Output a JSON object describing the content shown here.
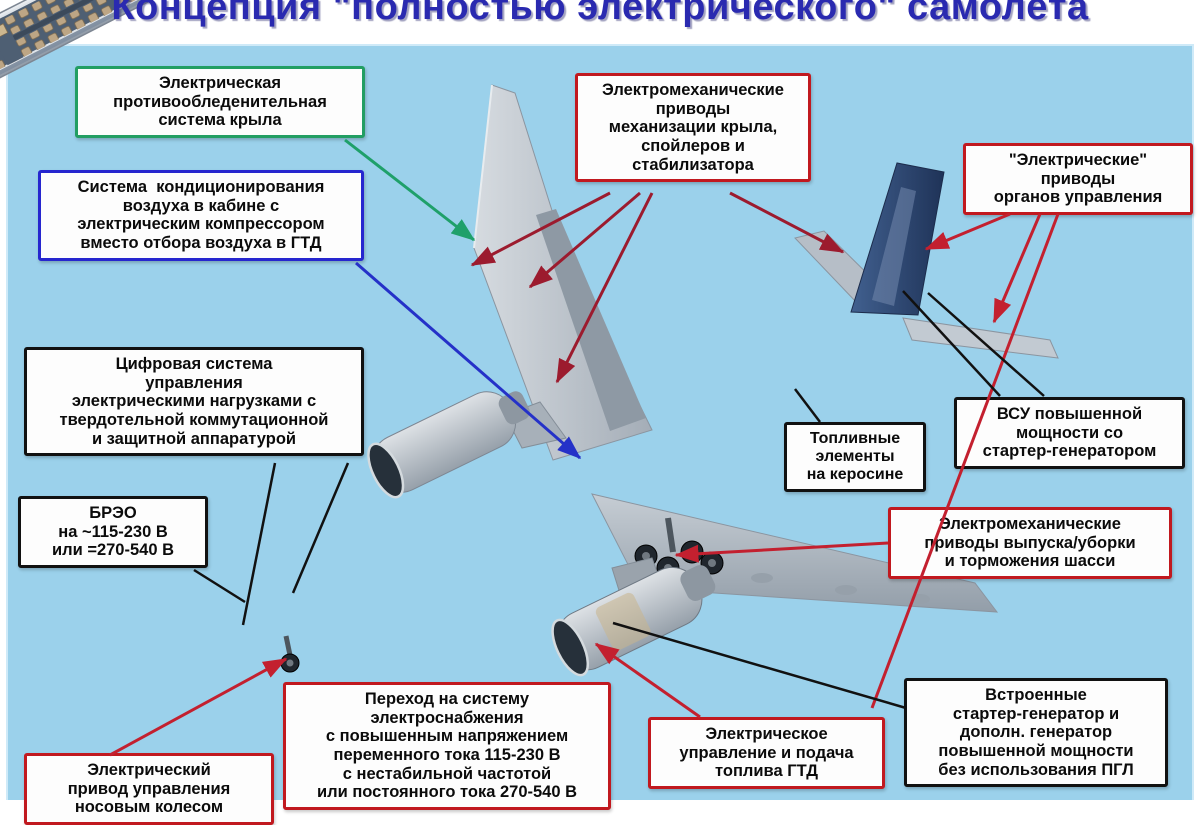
{
  "title": "Концепция \"полностью электрического\" самолёта",
  "colors": {
    "background_panel": "#9bd1eb",
    "title_text": "#2a2ab0",
    "border_green": "#229e63",
    "border_blue": "#2626cf",
    "border_black": "#111111",
    "border_red": "#c1191f",
    "arrow_red": "#c3202f",
    "arrow_maroon": "#9c1b2e",
    "arrow_green": "#1fa06a",
    "arrow_blue": "#2531c8",
    "arrow_black": "#111111"
  },
  "callouts": [
    {
      "id": "anti-ice-system",
      "border_color": "#229e63",
      "text": "Электрическая\nпротивообледенительная\nсистема крыла"
    },
    {
      "id": "air-conditioning",
      "border_color": "#2626cf",
      "text": "Система  кондиционирования\nвоздуха в кабине с\nэлектрическим компрессором\nвместо отбора воздуха в ГТД"
    },
    {
      "id": "digital-load-management",
      "border_color": "#111111",
      "text": "Цифровая система\nуправления\nэлектрическими нагрузками с\nтвердотельной коммутационной\nи защитной аппаратурой"
    },
    {
      "id": "avionics-breo",
      "border_color": "#111111",
      "text": "БРЭО\nна ~115-230 В\nили =270-540 В"
    },
    {
      "id": "nose-wheel-drive",
      "border_color": "#c1191f",
      "text": "Электрический\nпривод управления\nносовым колесом"
    },
    {
      "id": "wing-mechanization-drives",
      "border_color": "#c1191f",
      "text": "Электромеханические\nприводы\nмеханизации крыла,\nспойлеров и\nстабилизатора"
    },
    {
      "id": "flight-control-drives",
      "border_color": "#c1191f",
      "text": "\"Электрические\"\nприводы\nорганов управления"
    },
    {
      "id": "apu-starter-generator",
      "border_color": "#111111",
      "text": "ВСУ повышенной\nмощности со\nстартер-генератором"
    },
    {
      "id": "fuel-cells",
      "border_color": "#111111",
      "text": "Топливные\nэлементы\nна керосине"
    },
    {
      "id": "landing-gear-drives",
      "border_color": "#c1191f",
      "text": "Электромеханические\nприводы выпуска/уборки\nи торможения шасси"
    },
    {
      "id": "builtin-starter-generator",
      "border_color": "#111111",
      "text": "Встроенные\nстартер-генератор и\nдополн. генератор\nповышенной мощности\nбез использования ПГЛ"
    },
    {
      "id": "engine-fuel-control",
      "border_color": "#c1191f",
      "text": "Электрическое\nуправление и подача\nтоплива ГТД"
    },
    {
      "id": "power-system-transition",
      "border_color": "#c1191f",
      "text": "Переход на систему\nэлектроснабжения\nс повышенным напряжением\nпеременного тока 115-230 В\nс нестабильной частотой\nили постоянного тока 270-540 В"
    }
  ]
}
